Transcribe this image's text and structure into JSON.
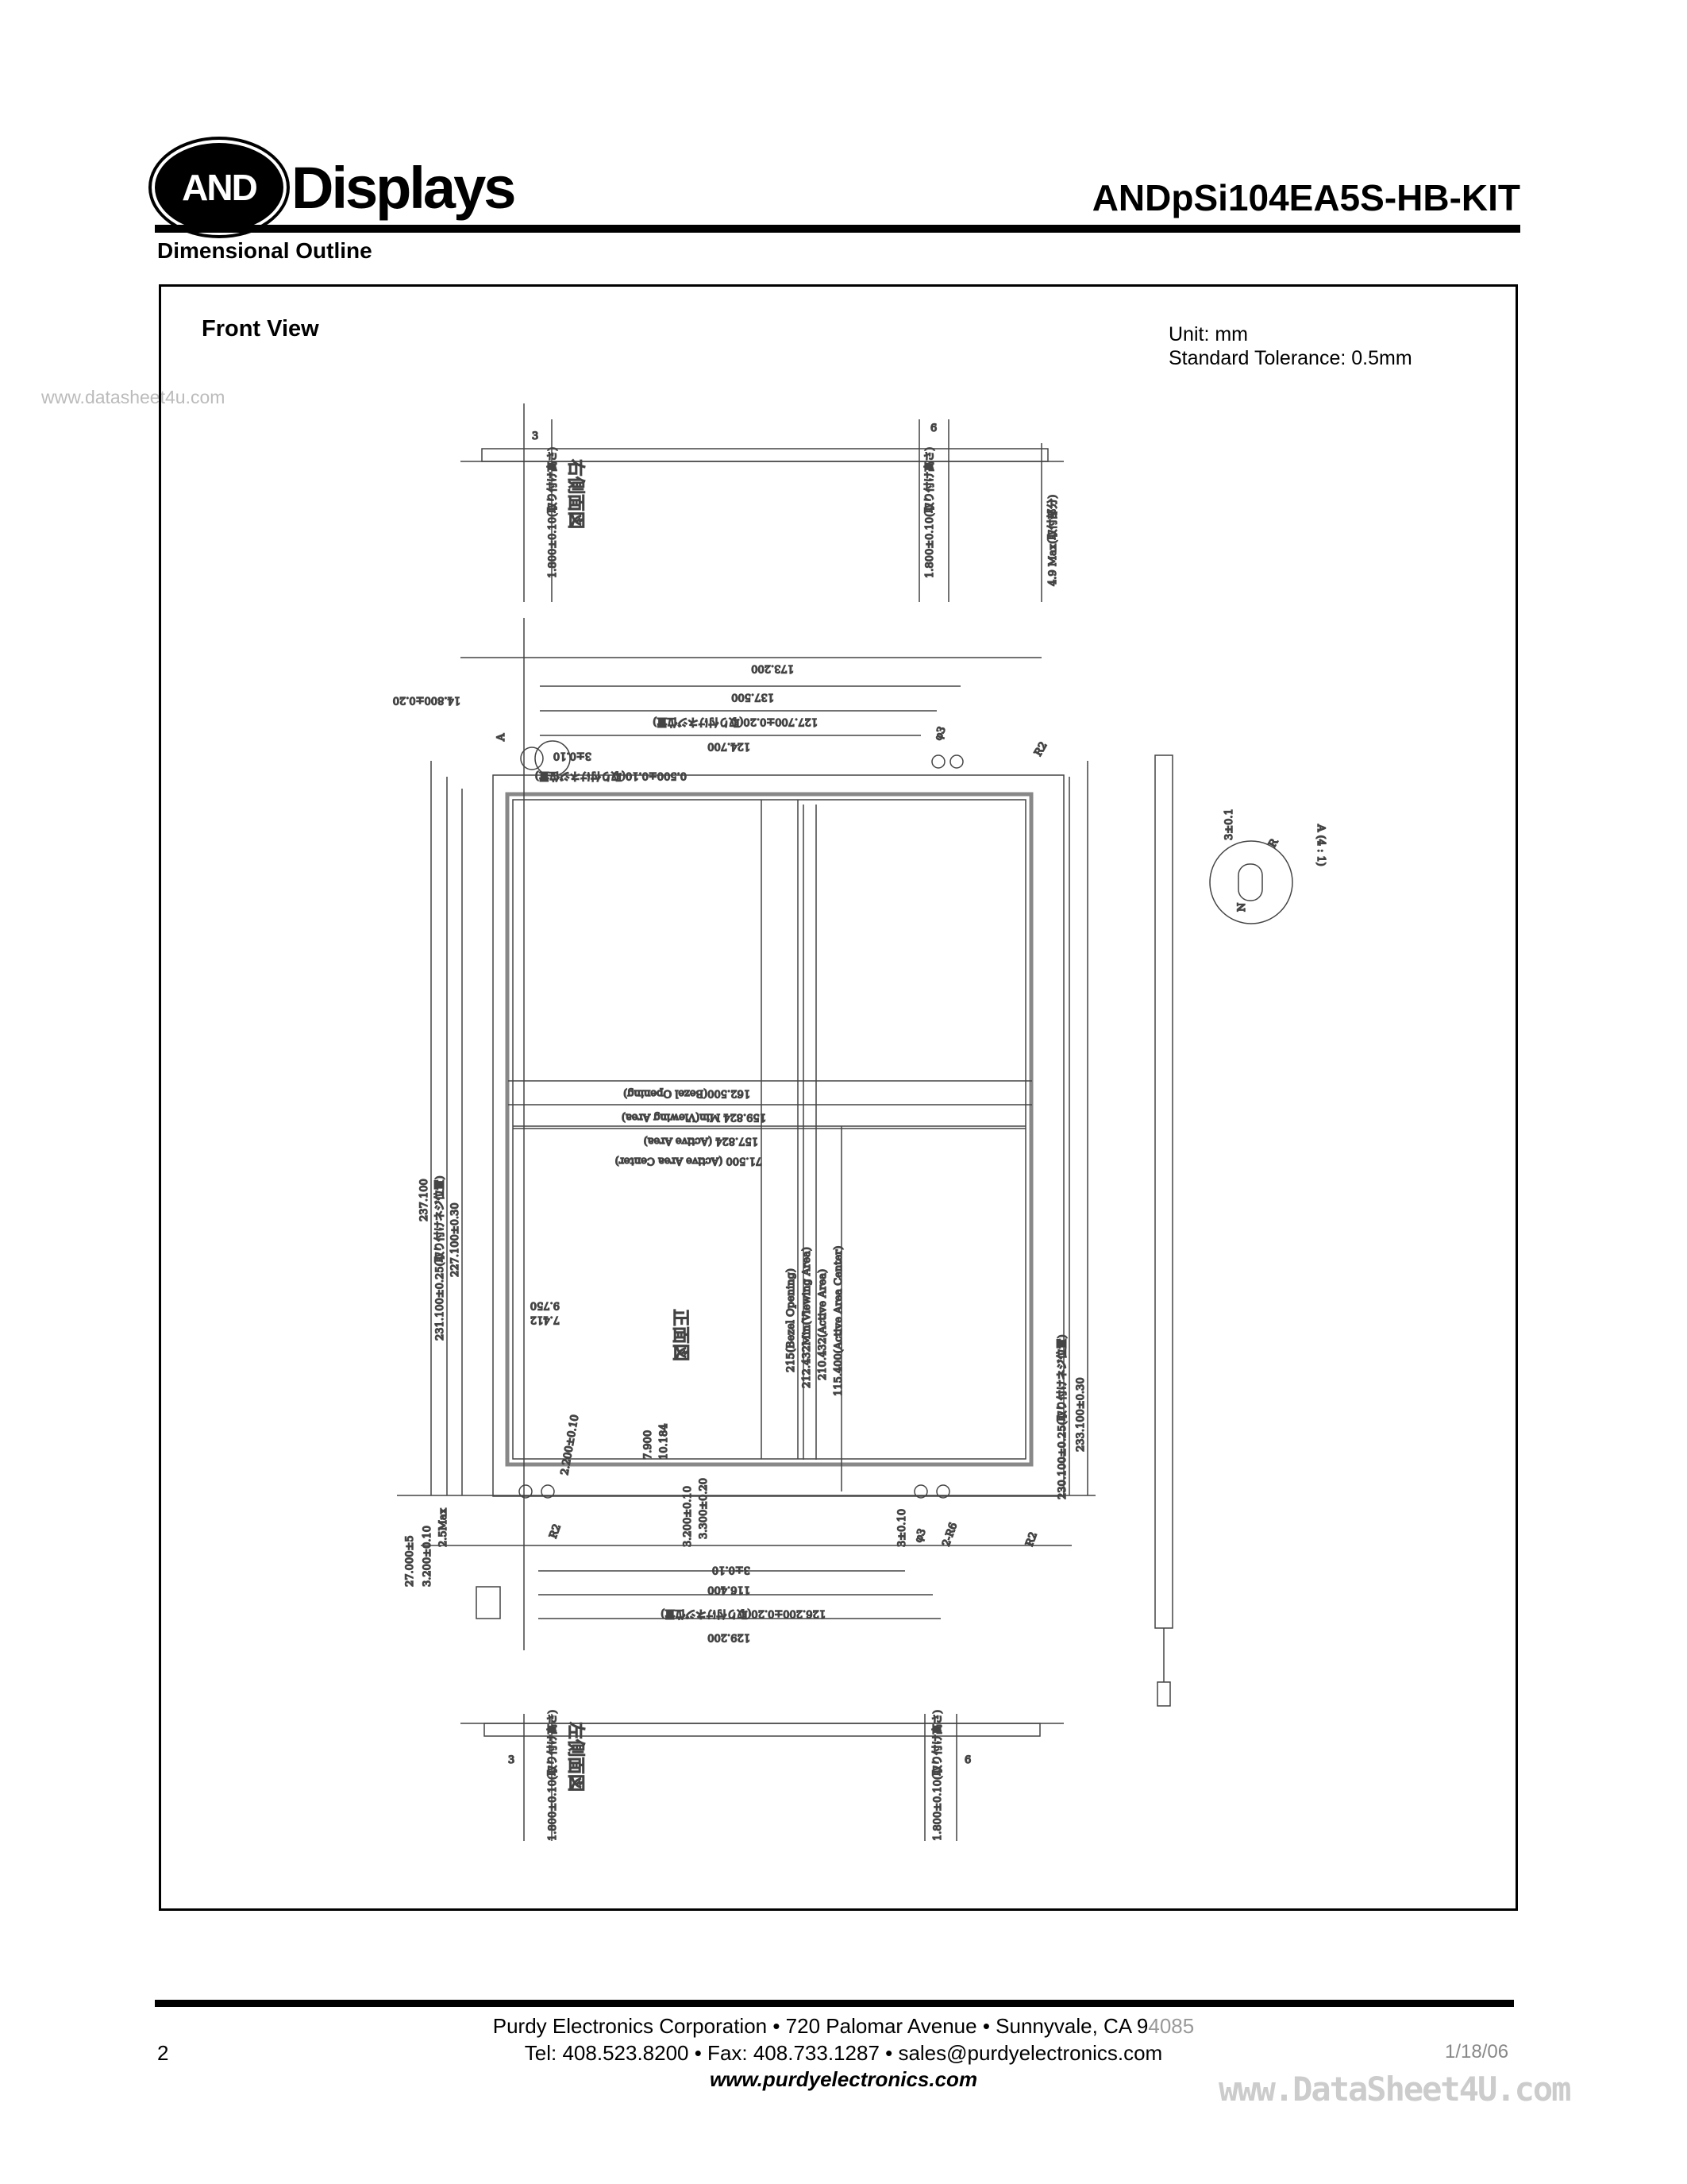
{
  "header": {
    "logo_text": "AND Displays",
    "logo_mark": "AND",
    "logo_word": "Displays",
    "model": "ANDpSi104EA5S-HB-KIT",
    "section": "Dimensional Outline"
  },
  "frame": {
    "view_title": "Front View",
    "unit": "Unit:  mm",
    "tolerance": "Standard Tolerance:  0.5mm"
  },
  "watermark_top": "www.datasheet4u.com",
  "drawing": {
    "right_side_label": "右側面図",
    "left_side_label": "左側面図",
    "front_label": "正面図",
    "top": {
      "w173": "173.200",
      "w137": "137.500",
      "w127": "127.700±0.20(取り付けネジ位置)",
      "w124": "124.700",
      "d14": "14.800±0.20",
      "d3": "3±0.10",
      "d05": "0.500±0.10(取り付けネジ位置)",
      "hole": "φ3",
      "r2": "R2",
      "detailA": "A"
    },
    "side_top": {
      "t1": "1.800±0.10(取り付け高さ)",
      "t2": "1.800±0.10(取り付け高さ)",
      "t3": "4.9 Max(取付部分)",
      "n3": "3",
      "n6": "6"
    },
    "mid": {
      "bezel": "162.500(Bezel Opening)",
      "viewing": "159.824 Min(Viewing Area)",
      "active": "157.824 (Active Area)",
      "center": "71.500 (Active Area Center)"
    },
    "vert": {
      "v237": "237.100",
      "v231": "231.100±0.25(取り付けネジ位置)",
      "v227": "227.100±0.30",
      "v230": "230.100±0.25(取り付けネジ位置)",
      "v233": "233.100±0.30",
      "v215": "215(Bezel Opening)",
      "v212": "212.432Min(Viewing Area)",
      "v210": "210.432(Active Area)",
      "v115": "115.400(Active Area Center)",
      "v9": "9.750",
      "v7": "7.412",
      "v79": "7.900",
      "v10": "10.184",
      "v22": "2.200±0.10"
    },
    "bottom": {
      "b32": "3.200±0.10",
      "b33": "3.300±0.20",
      "b3": "3±0.10",
      "b3r": "3±0.10",
      "b116": "116.400",
      "b126": "126.200±0.20(取り付けネジ位置)",
      "b129": "129.200",
      "b27": "27.000±5",
      "b32l": "3.200±0.10",
      "b25": "2.5Max",
      "hole": "φ3",
      "r2a": "R2",
      "r2b": "R2",
      "sr": "2-R6"
    },
    "side_bottom": {
      "t1": "1.800±0.10(取り付け高さ)",
      "t2": "1.800±0.10(取り付け高さ)",
      "n3": "3",
      "n6": "6"
    },
    "detail": {
      "title": "A (4 : 1)",
      "d": "3±0.1",
      "r": "R",
      "n": "N"
    }
  },
  "footer": {
    "line1": "Purdy Electronics Corporation  •  720 Palomar Avenue  •  Sunnyvale, CA 9",
    "line1_tail": "4085",
    "line2": "Tel: 408.523.8200 • Fax: 408.733.1287  •  sales@purdyelectronics.com",
    "website": "www.purdyelectronics.com",
    "page": "2",
    "date": "1/18/06",
    "watermark": "www.DataSheet4U.com"
  }
}
